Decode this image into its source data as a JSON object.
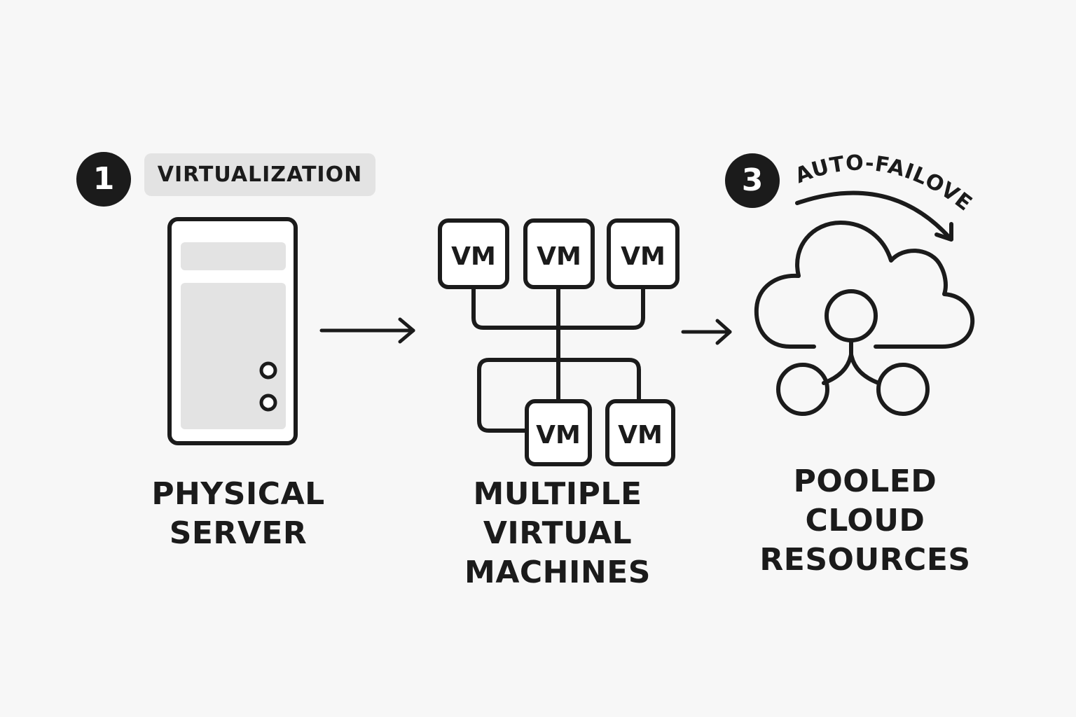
{
  "steps": {
    "first": {
      "number": "1",
      "tag": "VIRTUALIZATION"
    },
    "third": {
      "number": "3",
      "tag": "AUTO-FAILOVER"
    }
  },
  "stages": {
    "physical": {
      "line1": "PHYSICAL",
      "line2": "SERVER"
    },
    "virtual": {
      "line1": "MULTIPLE",
      "line2": "VIRTUAL",
      "line3": "MACHINES"
    },
    "cloud": {
      "line1": "POOLED",
      "line2": "CLOUD",
      "line3": "RESOURCES"
    }
  },
  "vm_boxes": [
    {
      "label": "VM"
    },
    {
      "label": "VM"
    },
    {
      "label": "VM"
    },
    {
      "label": "VM"
    },
    {
      "label": "VM"
    }
  ],
  "icons": {
    "server": "server-icon",
    "arrow": "arrow-right-icon",
    "cloud": "cloud-icon",
    "failover_arrow": "curved-arrow-icon",
    "network": "node-network-icon"
  },
  "colors": {
    "ink": "#1b1b1b",
    "background": "#f7f7f7",
    "panel": "#e3e3e3"
  }
}
